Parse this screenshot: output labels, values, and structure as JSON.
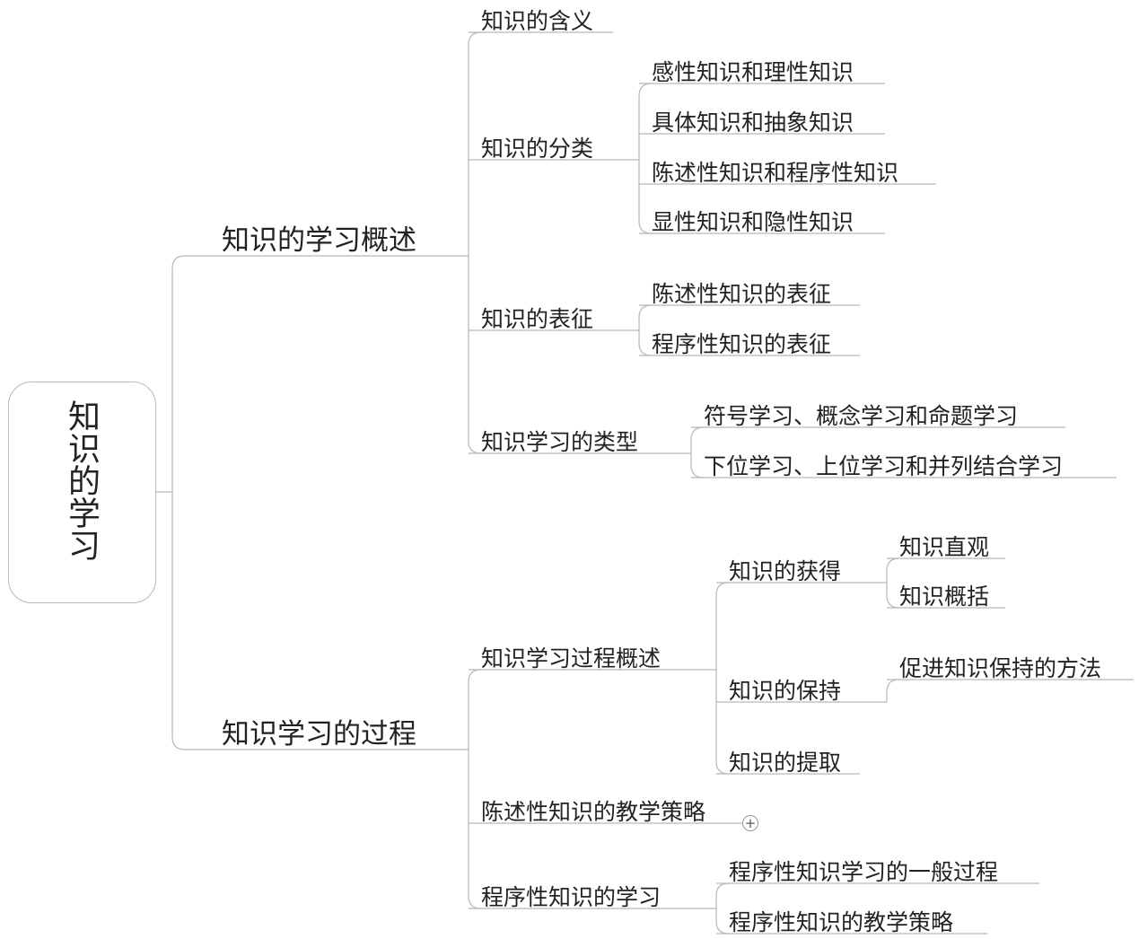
{
  "root": {
    "label": "知识的学习"
  },
  "branch_overview": {
    "label": "知识的学习概述",
    "meaning": "知识的含义",
    "classification": {
      "label": "知识的分类",
      "items": [
        "感性知识和理性知识",
        "具体知识和抽象知识",
        "陈述性知识和程序性知识",
        "显性知识和隐性知识"
      ]
    },
    "representation": {
      "label": "知识的表征",
      "items": [
        "陈述性知识的表征",
        "程序性知识的表征"
      ]
    },
    "types": {
      "label": "知识学习的类型",
      "items": [
        "符号学习、概念学习和命题学习",
        "下位学习、上位学习和并列结合学习"
      ]
    }
  },
  "branch_process": {
    "label": "知识学习的过程",
    "overview": {
      "label": "知识学习过程概述",
      "acquisition": {
        "label": "知识的获得",
        "items": [
          "知识直观",
          "知识概括"
        ]
      },
      "retention": {
        "label": "知识的保持",
        "items": [
          "促进知识保持的方法"
        ]
      },
      "retrieval": {
        "label": "知识的提取"
      }
    },
    "declarative_strategy": {
      "label": "陈述性知识的教学策略",
      "collapse_symbol": "+"
    },
    "procedural": {
      "label": "程序性知识的学习",
      "items": [
        "程序性知识学习的一般过程",
        "程序性知识的教学策略"
      ]
    }
  }
}
